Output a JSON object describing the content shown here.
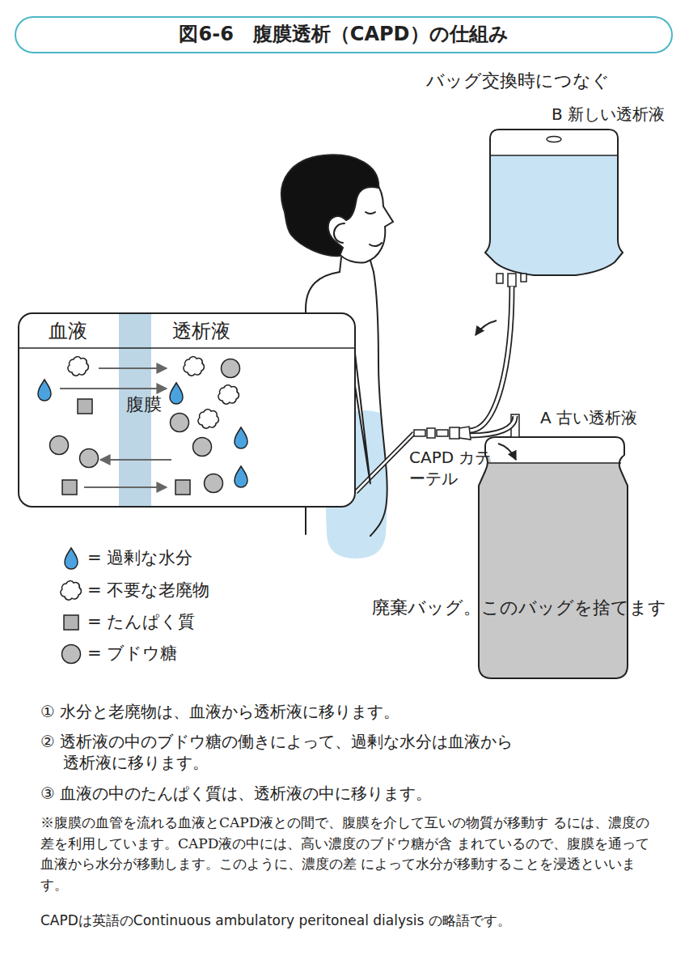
{
  "diagram": {
    "title": "図6-6　腹膜透析（CAPD）の仕組み",
    "nodes": [
      {
        "text": [
          "血液",
          "透析液"
        ]
      },
      {
        "text": [
          "腹膜"
        ],
        "in": 0
      }
    ],
    "labels": [
      "バッグ交換時につなぐ",
      "B 新しい透析液",
      "CAPD カテーテル",
      "A 古い透析液",
      "廃棄バッグ。このバッグを捨てます",
      "① 水分と老廃物は、血液から透析液に移ります。",
      "② 透析液の中のブドウ糖の働きによって、過剰な水分は血液から 透析液に移ります。",
      "③ 血液の中のたんぱく質は、透析液の中に移ります。",
      "※腹膜の血管を流れる血液とCAPD液との間で、腹膜を介して互いの物質が移動す るには、濃度の差を利用しています。CAPD液の中には、高い濃度のブドウ糖が含 まれているので、腹膜を通って血液から水分が移動します。このように、濃度の差 によって水分が移動することを浸透といいます。",
      "CAPDは英語のContinuous ambulatory peritoneal dialysis の略語です。"
    ],
    "legend": [
      {
        "text": "= 過剰な水分"
      },
      {
        "text": "= 不要な老廃物"
      },
      {
        "text": "= たんぱく質"
      },
      {
        "text": "= ブドウ糖"
      }
    ]
  }
}
